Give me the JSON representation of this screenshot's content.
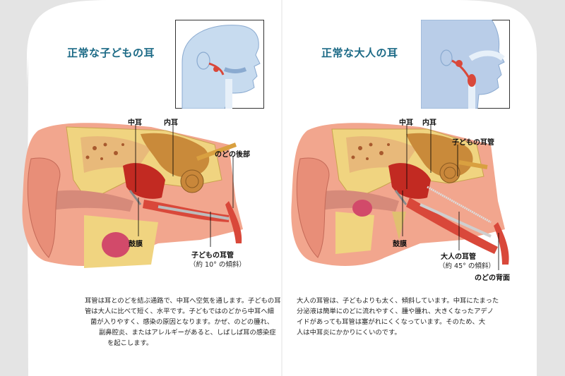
{
  "left_panel": {
    "title": "正常な子どもの耳",
    "labels": {
      "middle_ear": "中耳",
      "inner_ear": "内耳",
      "throat_back": "のどの後部",
      "eardrum": "鼓膜",
      "eustachian_tube": "子どもの耳管",
      "tube_angle": "（約 10° の傾斜）"
    },
    "text_lines": [
      "耳管は耳とのどを結ぶ通路で、中耳へ空気を通します。子どもの耳",
      "管は大人に比べて短く、水平です。子どもではのどから中耳へ細",
      "菌が入りやすく、感染の原因となります。かぜ、のどの腫れ、",
      "副鼻腔炎、またはアレルギーがあると、しばしば耳の感染症",
      "を起こします。"
    ]
  },
  "right_panel": {
    "title": "正常な大人の耳",
    "labels": {
      "middle_ear": "中耳",
      "inner_ear": "内耳",
      "child_tube": "子どもの耳管",
      "eardrum": "鼓膜",
      "adult_tube": "大人の耳管",
      "tube_angle": "（約 45° の傾斜）",
      "throat_back": "のどの背面"
    },
    "text_lines": [
      "大人の耳管は、子どもよりも太く、傾斜しています。中耳にたまった",
      "分泌液は簡単にのどに流れやすく、腫や腫れ、大きくなったアデノ",
      "イドがあっても耳管は塞がれにくくなっています。そのため、大",
      "人は中耳炎にかかりにくいのです。"
    ]
  },
  "colors": {
    "title": "#1c6a86",
    "skin": "#f2a68e",
    "bone": "#f0d480",
    "tube_red": "#d9483a",
    "inset_bg": "#c7dbef"
  }
}
